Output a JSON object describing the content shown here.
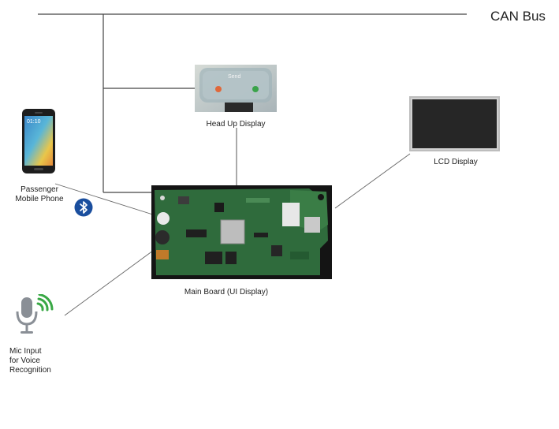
{
  "bus": {
    "label": "CAN Bus"
  },
  "hud": {
    "label": "Head Up Display",
    "screen_text": "Send"
  },
  "lcd": {
    "label": "LCD Display"
  },
  "phone": {
    "label_line1": "Passenger",
    "label_line2": "Mobile Phone",
    "time": "01:10"
  },
  "bluetooth": {
    "icon": "bluetooth-icon"
  },
  "board": {
    "label": "Main Board (UI Display)"
  },
  "mic": {
    "label_line1": "Mic Input",
    "label_line2": "for Voice",
    "label_line3": "Recognition",
    "icon": "microphone-icon"
  },
  "colors": {
    "wire": "#555555",
    "pcb": "#2f6b3c",
    "lcd_screen": "#262626",
    "bluetooth": "#1a4e9e",
    "mic_gray": "#8a8f96",
    "mic_green": "#39a845"
  }
}
